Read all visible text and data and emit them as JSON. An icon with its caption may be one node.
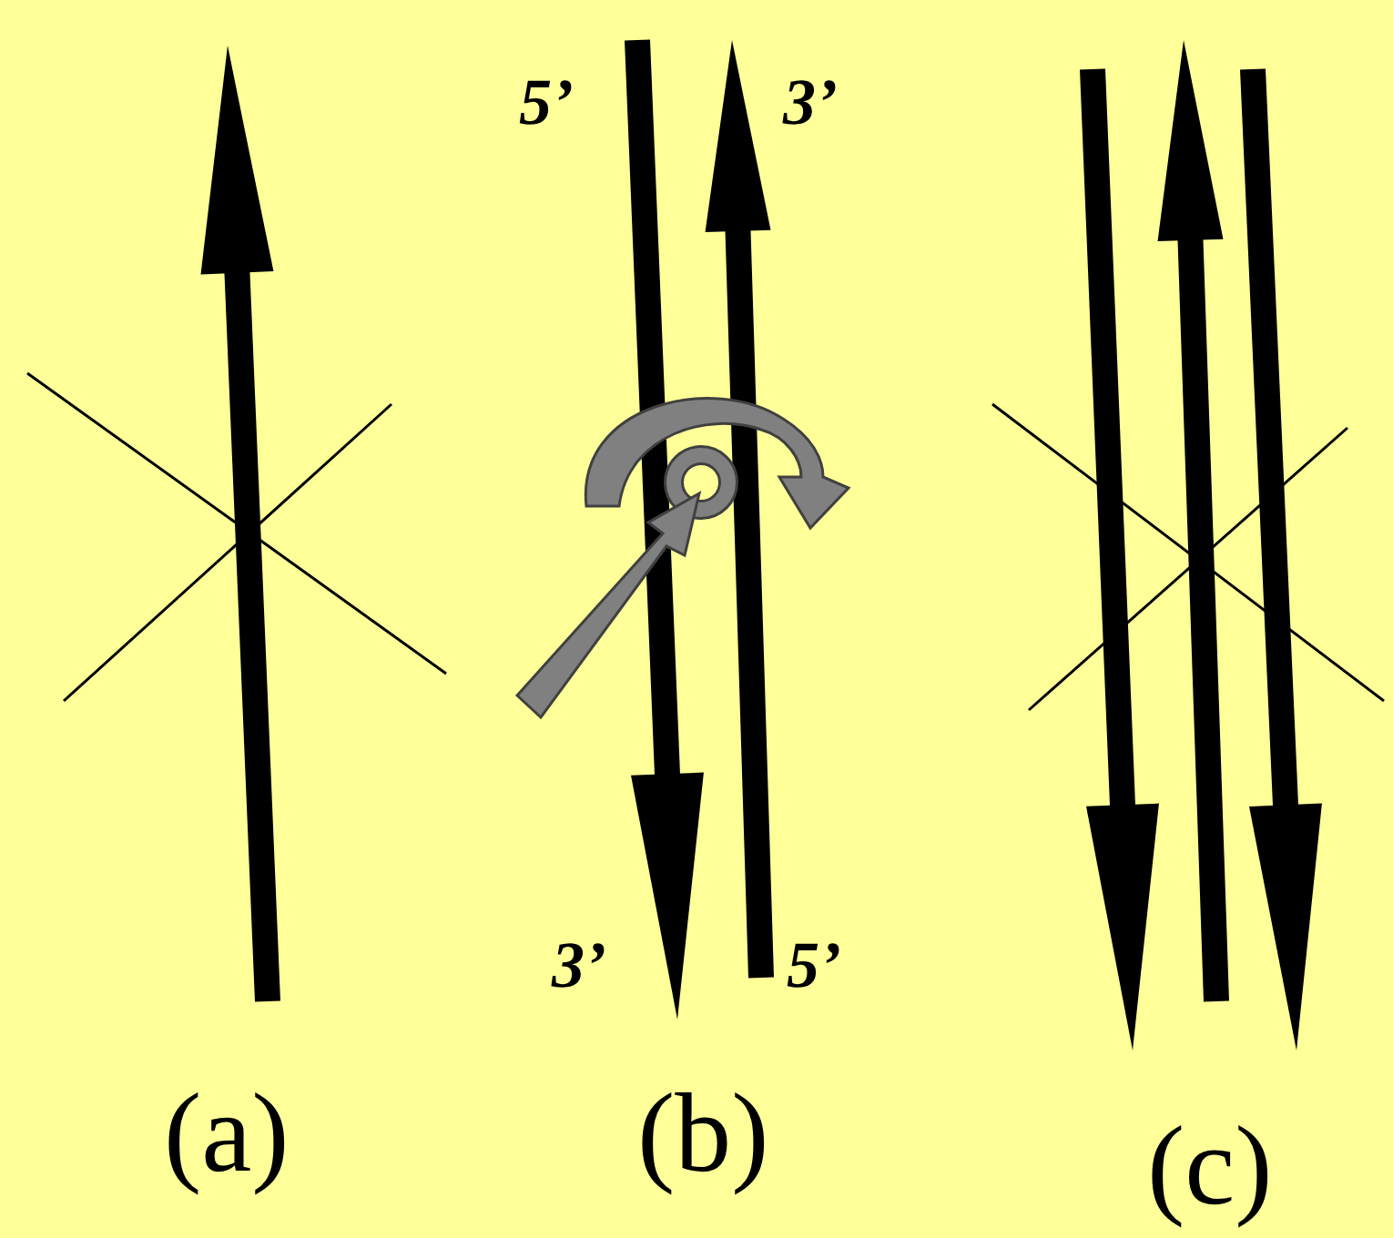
{
  "diagram": {
    "labels": [
      "5’",
      "3’",
      "3’",
      "5’",
      "(a)",
      "(b)",
      "(c)"
    ]
  }
}
